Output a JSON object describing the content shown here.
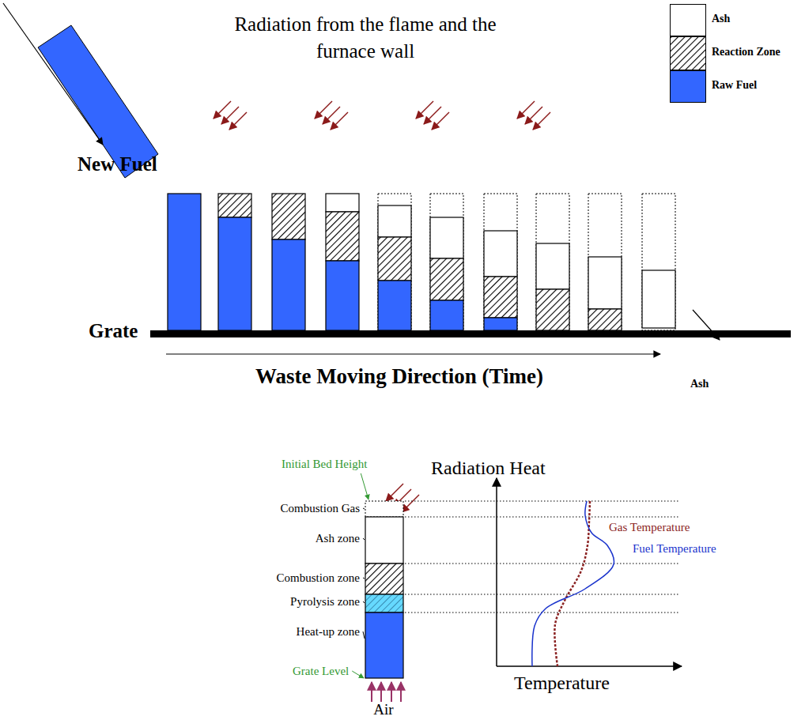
{
  "diagram": {
    "title": "Radiation from the flame and the furnace wall",
    "labels": [
      "New Fuel",
      "Grate",
      "Waste Moving Direction (Time)",
      "Ash",
      "Radiation Heat",
      "Initial Bed Height",
      "Combustion Gas",
      "Ash zone",
      "Combustion zone",
      "Pyrolysis zone",
      "Heat-up zone",
      "Grate Level",
      "Air",
      "Temperature",
      "Gas Temperature",
      "Fuel Temperature"
    ],
    "legend": [
      {
        "text": "Ash",
        "color": "#ffffff"
      },
      {
        "text": "Reaction Zone"
      },
      {
        "text": "Raw Fuel",
        "color": "#3366ff"
      }
    ]
  }
}
